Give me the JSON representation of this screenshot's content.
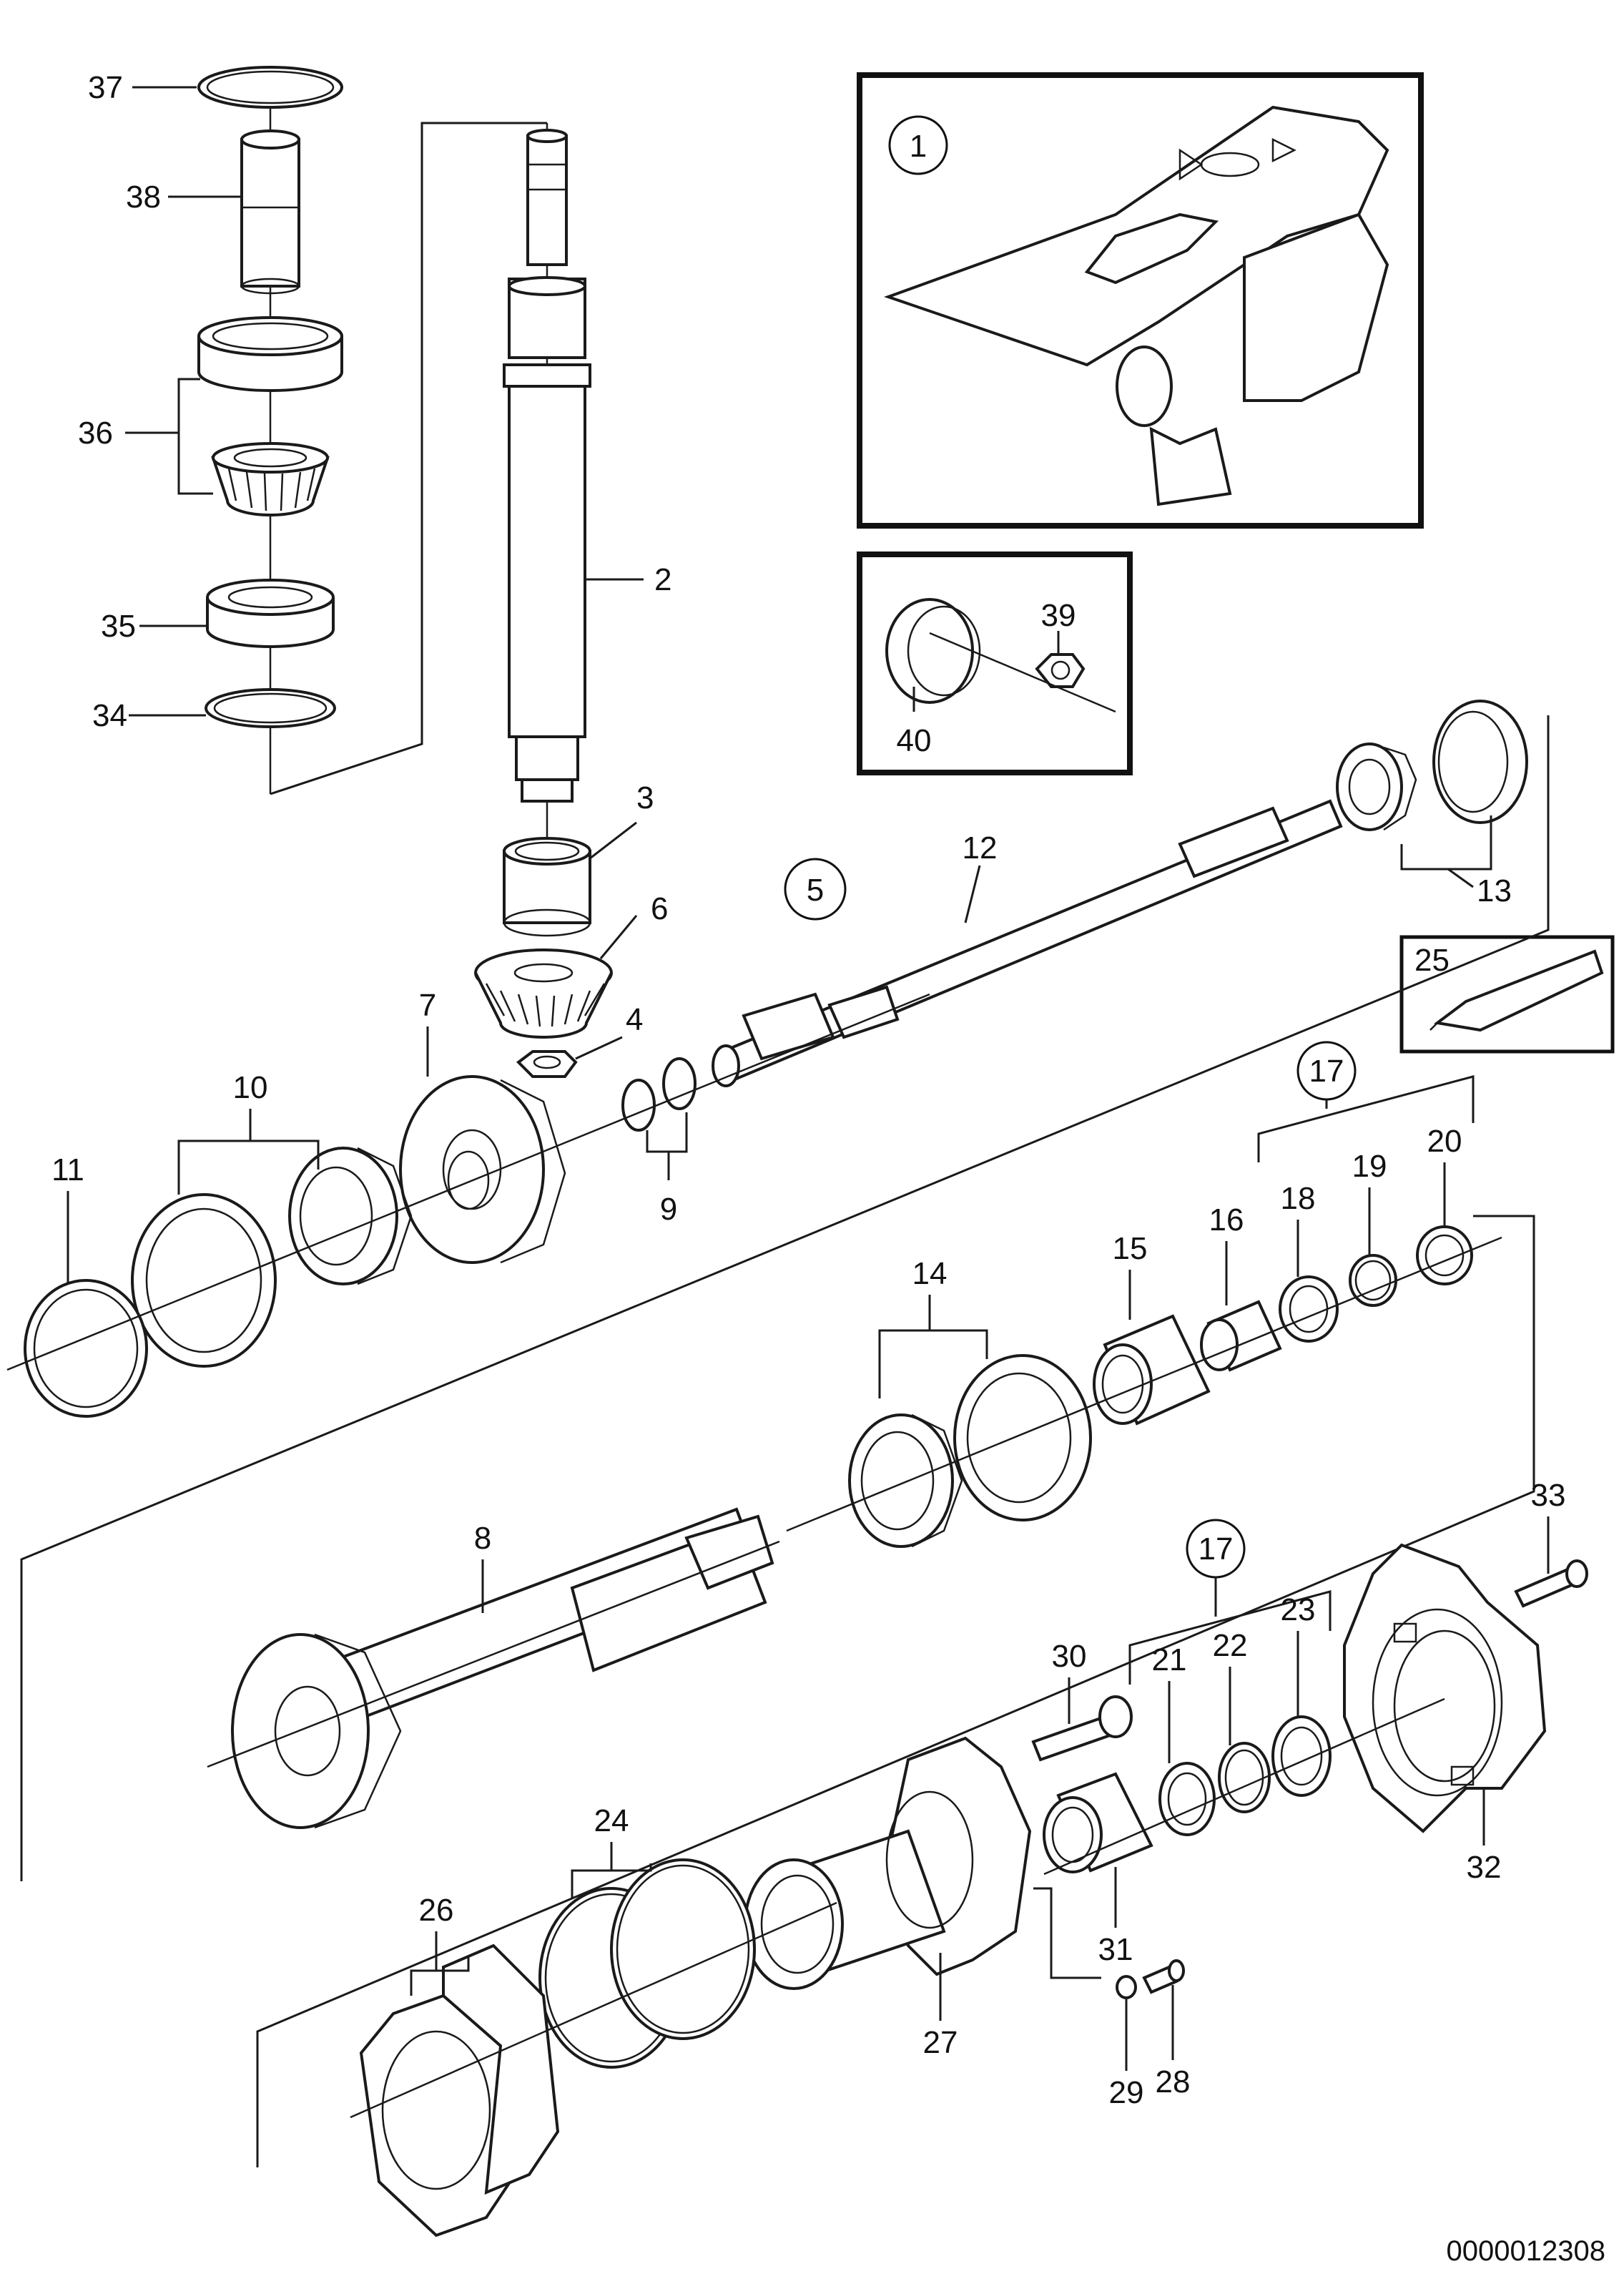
{
  "diagram": {
    "document_number": "0000012308",
    "labels": {
      "l1": "1",
      "l2": "2",
      "l3": "3",
      "l4": "4",
      "l5": "5",
      "l6": "6",
      "l7": "7",
      "l8": "8",
      "l9": "9",
      "l10": "10",
      "l11": "11",
      "l12": "12",
      "l13": "13",
      "l14": "14",
      "l15": "15",
      "l16": "16",
      "l17a": "17",
      "l17b": "17",
      "l18": "18",
      "l19": "19",
      "l20": "20",
      "l21": "21",
      "l22": "22",
      "l23": "23",
      "l24": "24",
      "l25": "25",
      "l26": "26",
      "l27": "27",
      "l28": "28",
      "l29": "29",
      "l30": "30",
      "l31": "31",
      "l32": "32",
      "l33": "33",
      "l34": "34",
      "l35": "35",
      "l36": "36",
      "l37": "37",
      "l38": "38",
      "l39": "39",
      "l40": "40"
    }
  }
}
